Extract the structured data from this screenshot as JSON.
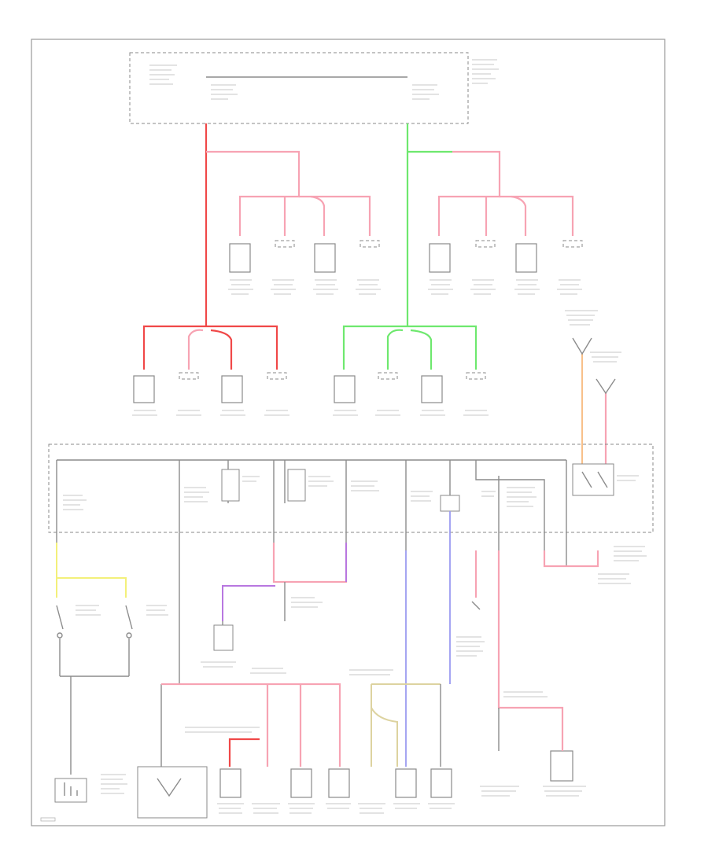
{
  "diagram": {
    "id_label": "",
    "components": [
      "fuse-relay-box",
      "injector-1",
      "injector-2",
      "injector-3",
      "injector-4",
      "injector-5",
      "injector-6",
      "injector-7",
      "injector-8",
      "coil-1",
      "coil-2",
      "coil-3",
      "coil-4",
      "coil-5",
      "coil-6",
      "coil-7",
      "coil-8",
      "instrument-junction-box",
      "ground-symbol",
      "relay-switch"
    ],
    "wire_colors": {
      "red": "#f04848",
      "pink": "#f7a3b3",
      "green": "#6ee86e",
      "blue": "#9b9bf0",
      "purple": "#b877e0",
      "yellow": "#f3f07a",
      "orange": "#f8c08a",
      "tan": "#ddd3a0",
      "gray": "#8c8c8c"
    }
  }
}
